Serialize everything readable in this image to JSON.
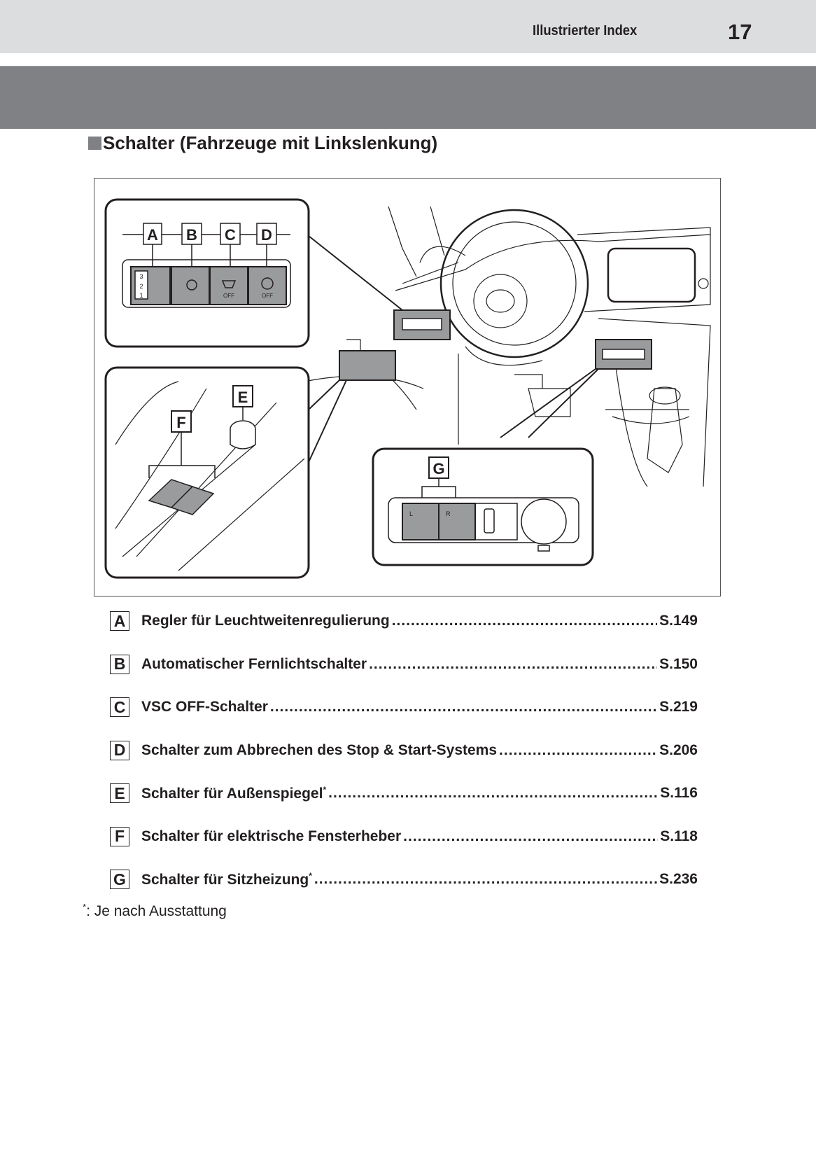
{
  "header": {
    "section": "Illustrierter Index",
    "page": "17"
  },
  "heading": "Schalter (Fahrzeuge mit Linkslenkung)",
  "figure": {
    "switch_labels": {
      "off1": "OFF",
      "off2": "OFF",
      "seat_l": "L",
      "seat_r": "R",
      "dial": [
        "3",
        "2",
        "1"
      ]
    }
  },
  "items": [
    {
      "letter": "A",
      "label": "Regler für Leuchtweitenregulierung",
      "asterisk": "",
      "page": "S.149"
    },
    {
      "letter": "B",
      "label": "Automatischer Fernlichtschalter",
      "asterisk": "",
      "page": "S.150"
    },
    {
      "letter": "C",
      "label": "VSC OFF-Schalter",
      "asterisk": "",
      "page": "S.219"
    },
    {
      "letter": "D",
      "label": "Schalter zum Abbrechen des Stop & Start-Systems",
      "asterisk": "",
      "page": "S.206"
    },
    {
      "letter": "E",
      "label": "Schalter für Außenspiegel",
      "asterisk": "*",
      "page": "S.116"
    },
    {
      "letter": "F",
      "label": "Schalter für elektrische Fensterheber",
      "asterisk": "",
      "page": "S.118"
    },
    {
      "letter": "G",
      "label": "Schalter für Sitzheizung",
      "asterisk": "*",
      "page": "S.236"
    }
  ],
  "footnote": {
    "mark": "*",
    "text": ":  Je nach Ausstattung"
  }
}
